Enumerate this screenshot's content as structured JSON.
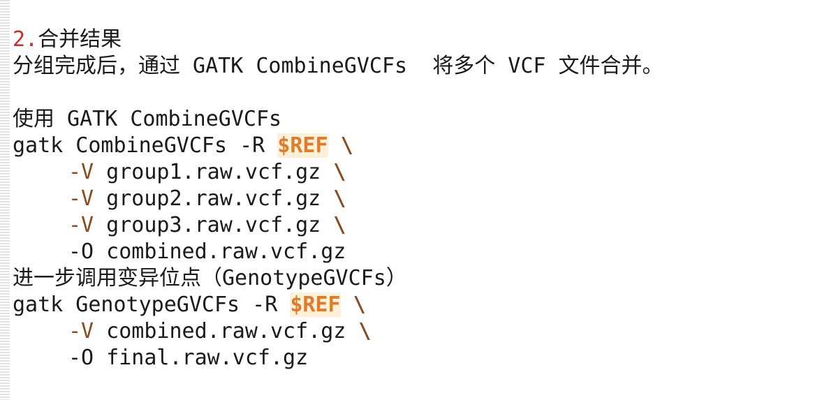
{
  "heading": {
    "number": "2.",
    "title": "合并结果"
  },
  "intro": "分组完成后，通过 GATK CombineGVCFs  将多个 VCF 文件合并。",
  "section1": {
    "title": "使用 GATK CombineGVCFs",
    "cmd": "gatk CombineGVCFs -R ",
    "ref": "$REF",
    "continuation": "\\",
    "args": [
      {
        "flag": "-V",
        "value": " group1.raw.vcf.gz ",
        "cont": "\\"
      },
      {
        "flag": "-V",
        "value": " group2.raw.vcf.gz ",
        "cont": "\\"
      },
      {
        "flag": "-V",
        "value": " group3.raw.vcf.gz ",
        "cont": "\\"
      },
      {
        "flag": "-O",
        "value": " combined.raw.vcf.gz",
        "cont": ""
      }
    ]
  },
  "section2": {
    "title": "进一步调用变异位点（GenotypeGVCFs）",
    "cmd": "gatk GenotypeGVCFs -R ",
    "ref": "$REF",
    "continuation": "\\",
    "args": [
      {
        "flag": "-V",
        "value": " combined.raw.vcf.gz ",
        "cont": "\\"
      },
      {
        "flag": "-O",
        "value": " final.raw.vcf.gz",
        "cont": ""
      }
    ]
  }
}
